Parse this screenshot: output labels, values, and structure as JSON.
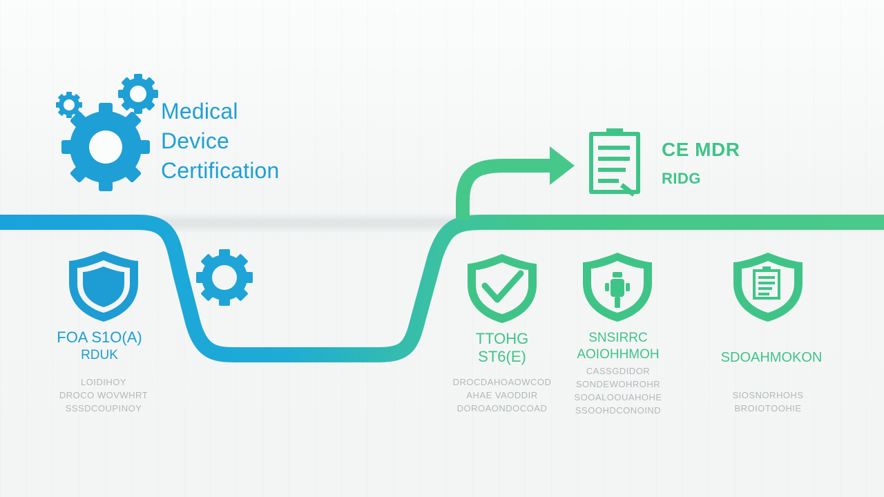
{
  "header": {
    "title_lines": [
      "Medical",
      "Device",
      "Certification"
    ]
  },
  "ce_block": {
    "title": "CE MDR",
    "subtitle": "RIDG"
  },
  "stages": [
    {
      "icon": "shield-icon",
      "label_lines": [
        "FOA S1O(A)",
        "RDUK"
      ],
      "desc_lines": [
        "LOIDIHOY",
        "DROCO WOVWHRT",
        "SSSDCOUPINOY"
      ]
    },
    {
      "icon": "shield-check-icon",
      "label_lines": [
        "TTOHG",
        "ST6(E)"
      ],
      "desc_lines": [
        "DROCDAHOAOWCOD",
        "AHAE VAODDIR",
        "DOROAONDOCOAD"
      ]
    },
    {
      "icon": "shield-instrument-icon",
      "label_lines": [
        "SNSIRRC",
        "AOIOHHMOH"
      ],
      "desc_lines": [
        "CASSGDIDOR",
        "SONDEWOHROHR",
        "SOOALOOUAHOHE",
        "SSOOHDCONOIND"
      ]
    },
    {
      "icon": "shield-clipboard-icon",
      "label_lines": [
        "SDOAHMOKON"
      ],
      "desc_lines": [
        "SIOSNORHOHS",
        "BROIOTOOHIE"
      ]
    }
  ],
  "colors": {
    "blue": "#1d9dd3",
    "green": "#3fc487",
    "desc_gray": "#b2b6b8"
  }
}
